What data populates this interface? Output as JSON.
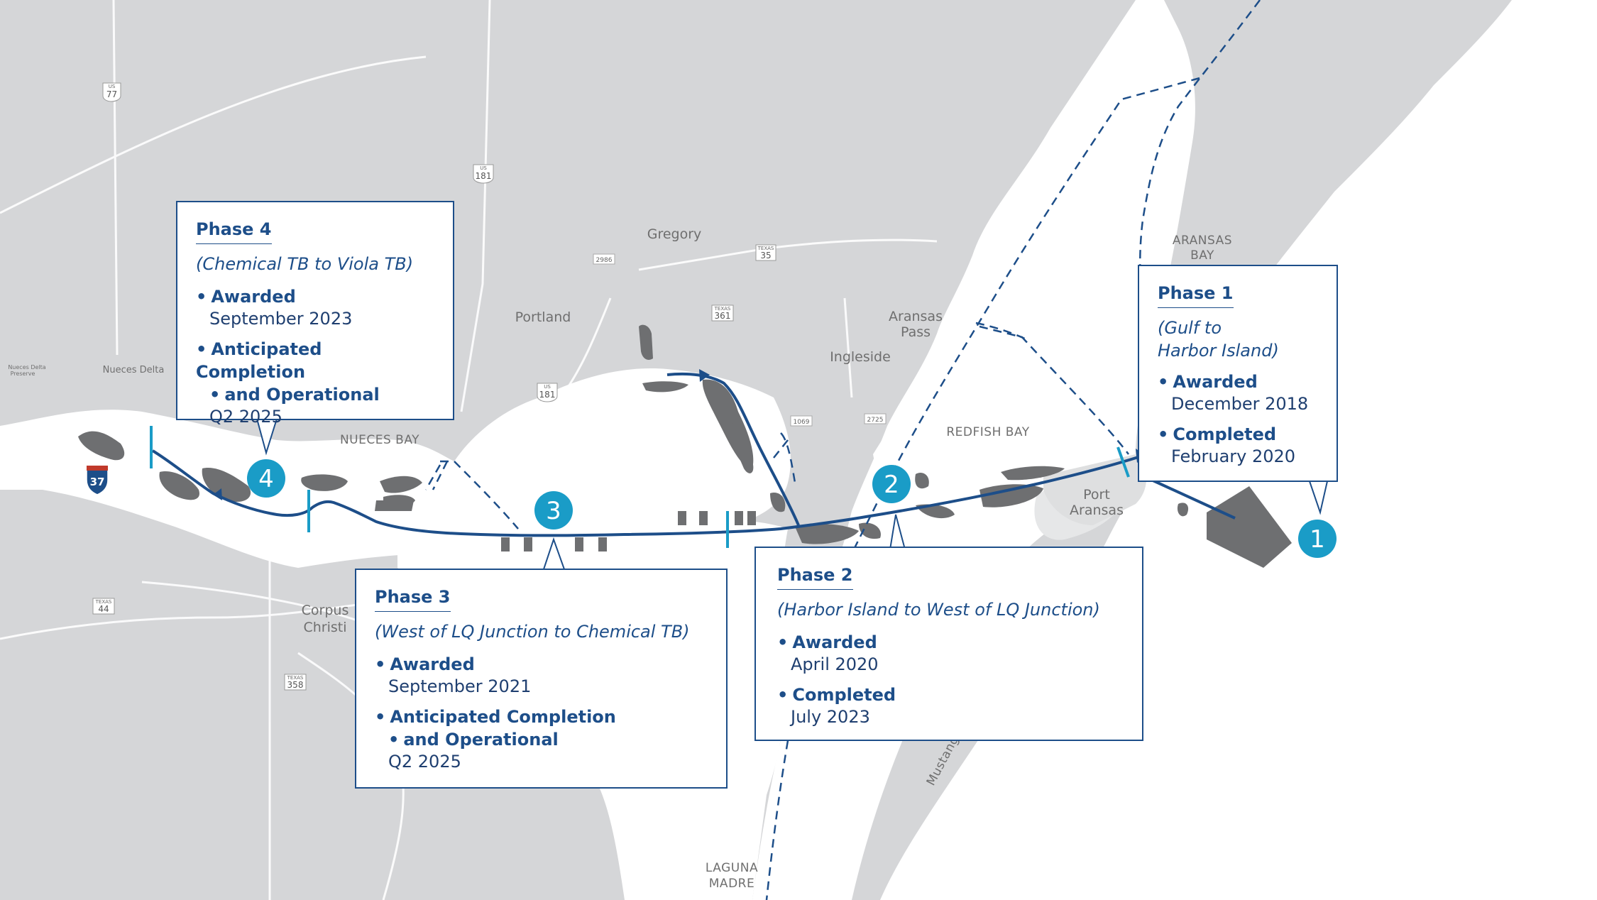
{
  "map": {
    "places": {
      "gregory": "Gregory",
      "portland": "Portland",
      "aransas_pass": [
        "Aransas",
        "Pass"
      ],
      "ingleside": "Ingleside",
      "nueces_delta": "Nueces Delta",
      "nueces_delta_preserve": [
        "Nueces Delta",
        "Preserve"
      ],
      "nueces_bay": "NUECES BAY",
      "redfish_bay": "REDFISH BAY",
      "aransas_bay": [
        "ARANSAS",
        "BAY"
      ],
      "port_aransas": [
        "Port",
        "Aransas"
      ],
      "corpus_christi": [
        "Corpus",
        "Christi"
      ],
      "laguna_madre": [
        "LAGUNA",
        "MADRE"
      ],
      "mustang": "Mustang"
    },
    "shields": {
      "us77": {
        "top": "US",
        "num": "77"
      },
      "us181_north": {
        "top": "US",
        "num": "181"
      },
      "us181_south": {
        "top": "US",
        "num": "181"
      },
      "tx35": {
        "top": "TEXAS",
        "num": "35"
      },
      "tx361": {
        "top": "TEXAS",
        "num": "361"
      },
      "tx44": {
        "top": "TEXAS",
        "num": "44"
      },
      "tx358": {
        "top": "TEXAS",
        "num": "358"
      },
      "fm2986": "2986",
      "fm1069": "1069",
      "fm2725": "2725",
      "i37": "37"
    },
    "markers": [
      "1",
      "2",
      "3",
      "4"
    ],
    "colors": {
      "land": "#d5d6d8",
      "water": "#ffffff",
      "channel": "#1d4e89",
      "phase_marker": "#1a9cc7",
      "spoil_area": "#6e6f71"
    }
  },
  "phases": [
    {
      "title": "Phase 1",
      "subtitle": [
        "(Gulf to",
        "Harbor Island)"
      ],
      "items": [
        {
          "label": "Awarded",
          "value": "December 2018"
        },
        {
          "label": "Completed",
          "value": "February 2020"
        }
      ]
    },
    {
      "title": "Phase 2",
      "subtitle": [
        "(Harbor Island to West of LQ Junction)"
      ],
      "items": [
        {
          "label": "Awarded",
          "value": "April 2020"
        },
        {
          "label": "Completed",
          "value": "July 2023"
        }
      ]
    },
    {
      "title": "Phase 3",
      "subtitle": [
        "(West of LQ Junction to Chemical TB)"
      ],
      "items": [
        {
          "label": "Awarded",
          "value": "September 2021"
        },
        {
          "label": [
            "Anticipated Completion",
            "and Operational"
          ],
          "value": "Q2 2025"
        }
      ]
    },
    {
      "title": "Phase 4",
      "subtitle": [
        "(Chemical TB to Viola TB)"
      ],
      "items": [
        {
          "label": "Awarded",
          "value": "September 2023"
        },
        {
          "label": [
            "Anticipated Completion",
            "and Operational"
          ],
          "value": "Q2 2025"
        }
      ]
    }
  ]
}
